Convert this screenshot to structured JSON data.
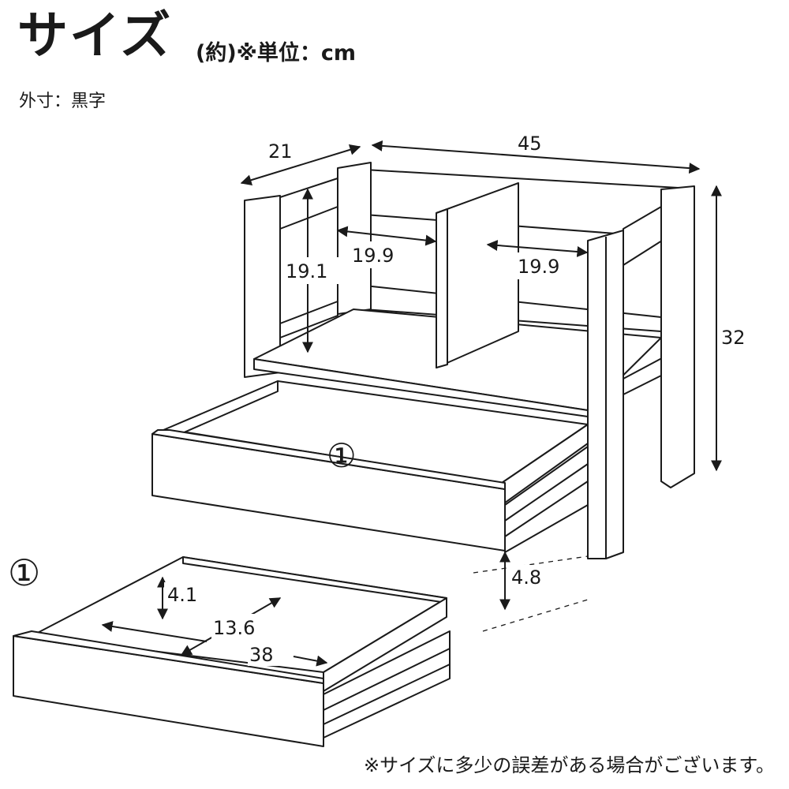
{
  "header": {
    "title": "サイズ",
    "unit_note": "(約)※単位：cm",
    "legend": "外寸：黒字"
  },
  "dimensions": {
    "depth": "21",
    "width": "45",
    "height": "32",
    "inner_height": "19.1",
    "left_compartment": "19.9",
    "right_compartment": "19.9",
    "drawer_clearance": "4.8"
  },
  "drawer": {
    "marker": "①",
    "inner_height": "4.1",
    "inner_depth": "13.6",
    "inner_width": "38"
  },
  "footer": {
    "note": "※サイズに多少の誤差がある場合がございます。"
  },
  "colors": {
    "line": "#1a1a1a",
    "fill": "#ffffff",
    "arrow": "#1a1a1a"
  }
}
